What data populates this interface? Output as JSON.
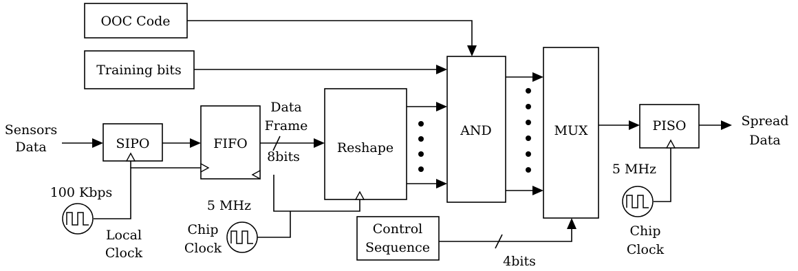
{
  "blocks": {
    "ooc_code": "OOC Code",
    "training_bits": "Training bits",
    "sipo": "SIPO",
    "fifo": "FIFO",
    "reshape": "Reshape",
    "and": "AND",
    "mux": "MUX",
    "piso": "PISO",
    "control_sequence": [
      "Control",
      "Sequence"
    ]
  },
  "labels": {
    "sensors_data": [
      "Sensors",
      "Data"
    ],
    "data_frame": [
      "Data",
      "Frame"
    ],
    "data_frame_width": "8bits",
    "spread_data": [
      "Spread",
      "Data"
    ],
    "control_width": "4bits"
  },
  "clocks": {
    "local": {
      "rate": "100 Kbps",
      "name": [
        "Local",
        "Clock"
      ]
    },
    "chip_main": {
      "rate": "5 MHz",
      "name": [
        "Chip",
        "Clock"
      ]
    },
    "chip_out": {
      "rate": "5 MHz",
      "name": [
        "Chip",
        "Clock"
      ]
    }
  },
  "colors": {
    "line": "#000000",
    "background": "#ffffff"
  }
}
